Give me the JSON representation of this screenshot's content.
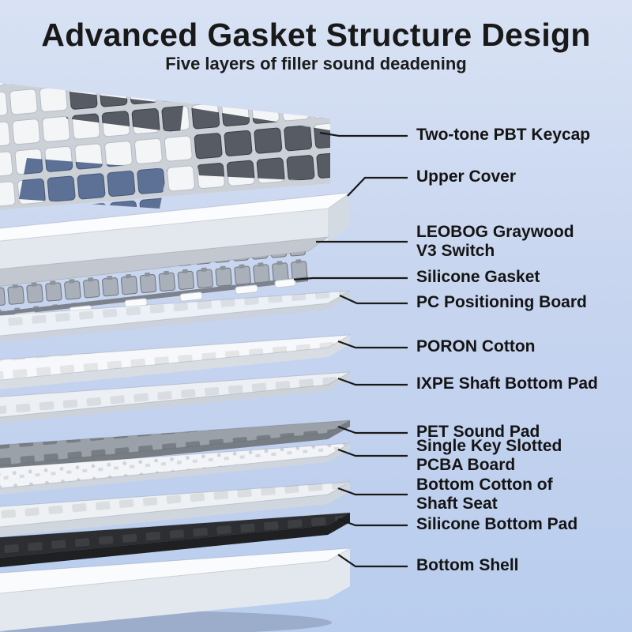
{
  "page": {
    "title": "Advanced Gasket Structure Design",
    "subtitle": "Five layers of filler sound deadening"
  },
  "diagram": {
    "description": "Exploded view of a mechanical keyboard showing stacked internal layers"
  },
  "callouts": [
    {
      "label": "Two-tone PBT Keycap"
    },
    {
      "label": "Upper Cover"
    },
    {
      "label": "LEOBOG Graywood\nV3 Switch"
    },
    {
      "label": "Silicone Gasket"
    },
    {
      "label": "PC Positioning Board"
    },
    {
      "label": "PORON Cotton"
    },
    {
      "label": "IXPE Shaft Bottom Pad"
    },
    {
      "label": "PET Sound Pad"
    },
    {
      "label": "Single Key Slotted\nPCBA Board"
    },
    {
      "label": "Bottom Cotton of\nShaft Seat"
    },
    {
      "label": "Silicone Bottom Pad"
    },
    {
      "label": "Bottom Shell"
    }
  ],
  "colors": {
    "background_top": "#d8e2f4",
    "background_bottom": "#b9cdee",
    "title_text": "#191919",
    "label_text": "#141414",
    "leader_line": "#1a1a1a",
    "dark_keycap": "#565b64",
    "blue_keycap": "#5c7195",
    "silicone_pad": "#2c2e31"
  }
}
